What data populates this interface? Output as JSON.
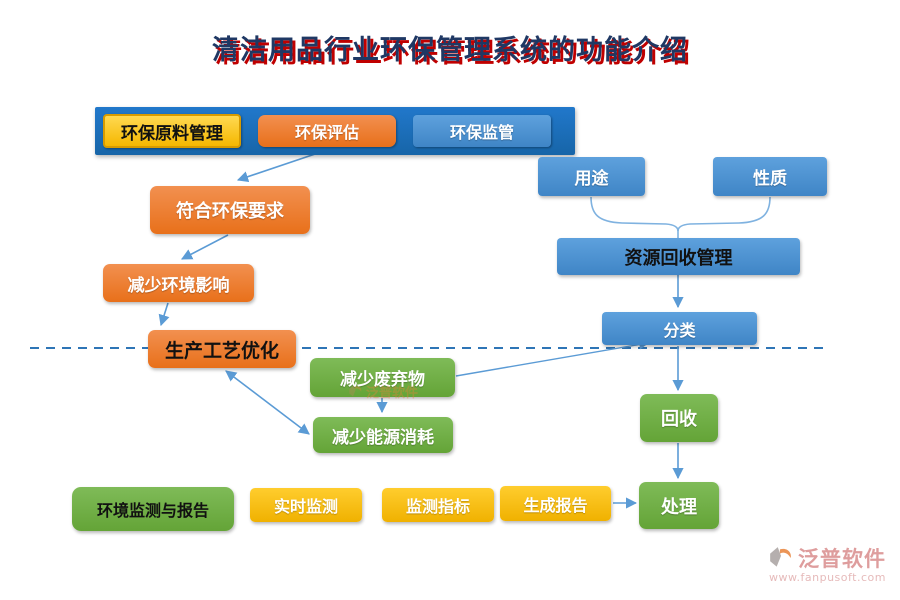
{
  "title": "清洁用品行业环保管理系统的功能介绍",
  "header": {
    "raw_material": "环保原料管理",
    "assessment": "环保评估",
    "supervision": "环保监管"
  },
  "nodes": {
    "comply": "符合环保要求",
    "reduce_impact": "减少环境影响",
    "process_opt": "生产工艺优化",
    "reduce_waste": "减少废弃物",
    "reduce_energy": "减少能源消耗",
    "usage": "用途",
    "nature": "性质",
    "recycling_mgmt": "资源回收管理",
    "classify": "分类",
    "recycle": "回收",
    "treat": "处理",
    "monitor_report": "环境监测与报告",
    "realtime": "实时监测",
    "indicators": "监测指标",
    "report_gen": "生成报告"
  },
  "watermark": {
    "brand": "泛普软件",
    "site": "www.fanpusoft.com"
  },
  "colors": {
    "title": "#1F3864",
    "title_shadow": "#C00000",
    "header_blue": "#1C70C0",
    "orange": "#ED7D31",
    "green": "#6FAD47",
    "blue": "#4A90D6",
    "gold": "#FFC000",
    "arrow": "#5B9BD5",
    "dashed_line": "#2E75B6"
  }
}
